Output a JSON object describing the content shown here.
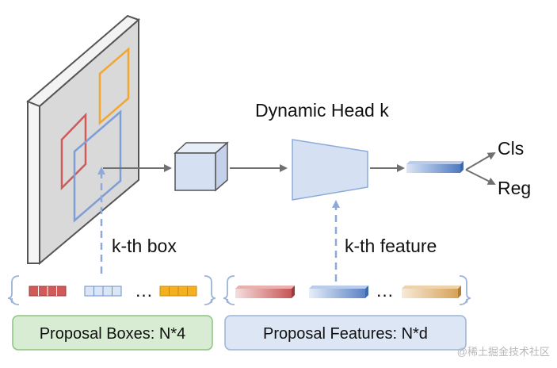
{
  "labels": {
    "dynamic_head": "Dynamic Head k",
    "cls": "Cls",
    "reg": "Reg",
    "kth_box": "k-th box",
    "kth_feature": "k-th feature",
    "ellipsis": "…"
  },
  "legend": {
    "proposal_boxes": "Proposal Boxes: N*4",
    "proposal_features": "Proposal Features: N*d"
  },
  "watermark": "@稀土掘金技术社区",
  "colors": {
    "box_red": "#d05a5a",
    "box_orange": "#f0a630",
    "box_blue": "#7e9fd6",
    "legend_green_fill": "#d7ecd2",
    "legend_green_stroke": "#8cc47f",
    "legend_blue_fill": "#dde6f4",
    "legend_blue_stroke": "#9db3d9",
    "arrow_gray": "#777777",
    "dashed_blue": "#8eaadb"
  }
}
